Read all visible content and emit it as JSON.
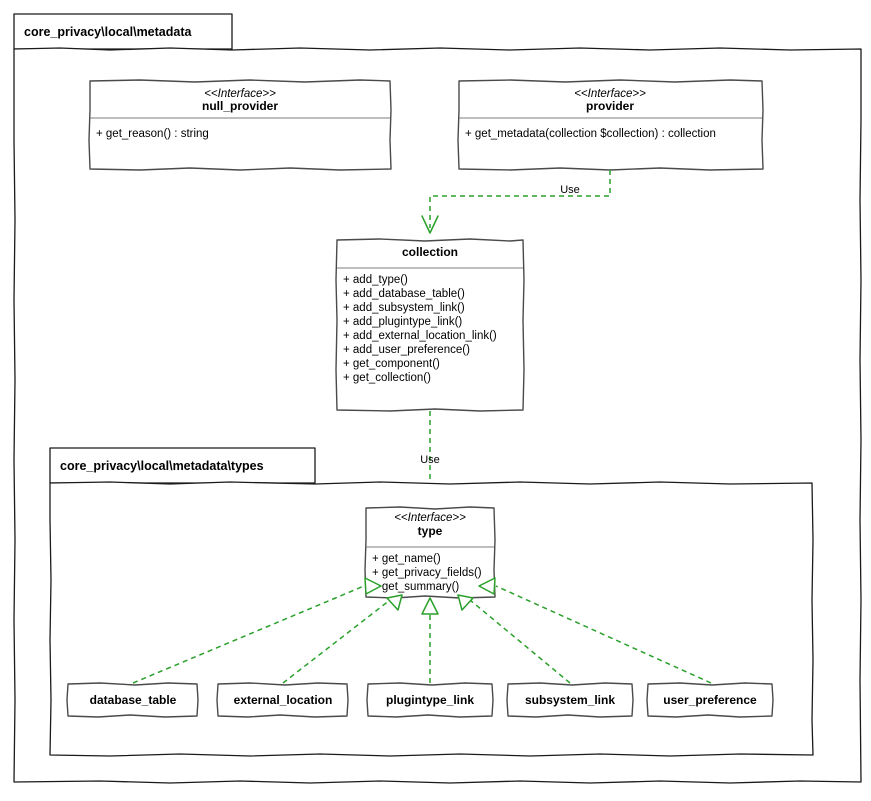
{
  "diagram": {
    "kind": "uml-class-diagram",
    "accent_color": "#2aa02a",
    "border_color": "#1a1a1a",
    "class_border_color": "#4a4a4a",
    "background": "#ffffff"
  },
  "outer_package": {
    "label": "core_privacy\\local\\metadata"
  },
  "inner_package": {
    "label": "core_privacy\\local\\metadata\\types"
  },
  "classes": {
    "null_provider": {
      "stereotype": "<<Interface>>",
      "name": "null_provider",
      "members": [
        "+ get_reason() : string"
      ]
    },
    "provider": {
      "stereotype": "<<Interface>>",
      "name": "provider",
      "members": [
        "+ get_metadata(collection $collection) : collection"
      ]
    },
    "collection": {
      "stereotype": "",
      "name": "collection",
      "members": [
        "+ add_type()",
        "+ add_database_table()",
        "+ add_subsystem_link()",
        "+ add_plugintype_link()",
        "+ add_external_location_link()",
        "+ add_user_preference()",
        "+ get_component()",
        "+ get_collection()"
      ]
    },
    "type": {
      "stereotype": "<<Interface>>",
      "name": "type",
      "members": [
        "+ get_name()",
        "+ get_privacy_fields()",
        "+ get_summary()"
      ]
    },
    "database_table": {
      "name": "database_table"
    },
    "external_location": {
      "name": "external_location"
    },
    "plugintype_link": {
      "name": "plugintype_link"
    },
    "subsystem_link": {
      "name": "subsystem_link"
    },
    "user_preference": {
      "name": "user_preference"
    }
  },
  "edges": {
    "provider_to_collection": {
      "label": "Use",
      "from": "provider",
      "to": "collection",
      "style": "dashed",
      "arrow": "open"
    },
    "collection_to_type": {
      "label": "Use",
      "from": "collection",
      "to": "type",
      "style": "dashed",
      "arrow": "open"
    },
    "realizations": [
      {
        "from": "database_table",
        "to": "type",
        "style": "dashed",
        "arrow": "hollow-triangle"
      },
      {
        "from": "external_location",
        "to": "type",
        "style": "dashed",
        "arrow": "hollow-triangle"
      },
      {
        "from": "plugintype_link",
        "to": "type",
        "style": "dashed",
        "arrow": "hollow-triangle"
      },
      {
        "from": "subsystem_link",
        "to": "type",
        "style": "dashed",
        "arrow": "hollow-triangle"
      },
      {
        "from": "user_preference",
        "to": "type",
        "style": "dashed",
        "arrow": "hollow-triangle"
      }
    ]
  }
}
